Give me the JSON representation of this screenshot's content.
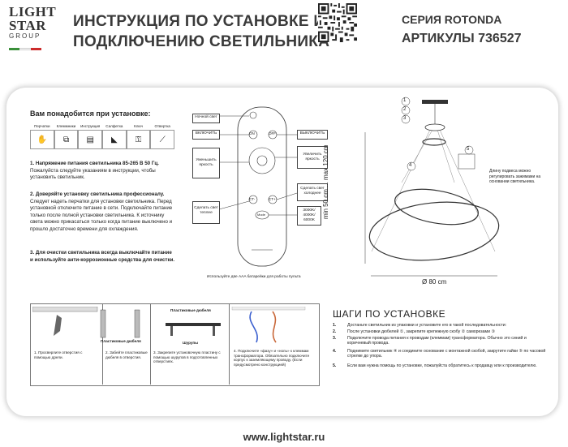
{
  "header": {
    "logo_line1": "LIGHT",
    "logo_line2": "STAR",
    "logo_line3": "GROUP",
    "title_line1": "ИНСТРУКЦИЯ ПО УСТАНОВКЕ И",
    "title_line2": "ПОДКЛЮЧЕНИЮ СВЕТИЛЬНИКА",
    "series": "СЕРИЯ ROTONDA",
    "article": "АРТИКУЛЫ 736527",
    "flag_colors": [
      "#3a8f3a",
      "#ffffff",
      "#cc2b2b"
    ]
  },
  "tools": {
    "title": "Вам понадобится при установке:",
    "items": [
      {
        "label": "Перчатки",
        "icon": "gloves-icon"
      },
      {
        "label": "Клеммники",
        "icon": "terminals-icon"
      },
      {
        "label": "Инструкция",
        "icon": "manual-icon"
      },
      {
        "label": "Салфетка",
        "icon": "napkin-icon"
      },
      {
        "label": "Ключ",
        "icon": "key-icon"
      },
      {
        "label": "Отвертка",
        "icon": "screwdriver-icon"
      }
    ]
  },
  "notes": {
    "n1_bold": "1. Напряжение питания светильника 85-265 В 50 Гц.",
    "n1_text": "Пожалуйста следуйте указаниям в инструкции, чтобы установить светильник.",
    "n2_bold": "2. Доверяйте установку светильника профессионалу.",
    "n2_text": "Следует надеть перчатки для установки светильника. Перед установкой отключите питание в сети. Подключайте питание только после полной установки светильника. К источнику света можно прикасаться только когда питание выключено и прошло достаточно времени для охлаждения.",
    "n3_bold": "3. Для очистки светильника всегда выключайте питание и используйте анти-коррозионные средства для очистки."
  },
  "remote": {
    "night": "Ночной свет",
    "on": "ВКЛЮЧИТЬ",
    "off": "ВЫКЛЮЧИТЬ",
    "brighter": "Уменьшить яркость",
    "dimmer": "Увеличить яркость",
    "warm": "Сделать свет теплее",
    "cold": "Сделать свет холоднее",
    "temps": "3000K/ 4000K/ 6000K",
    "btn_on": "ON",
    "btn_off": "OFF",
    "btn_ct_minus": "CT-",
    "btn_ct_plus": "CT+",
    "btn_mode": "Mode",
    "caption": "Используйте две AAA батарейки для работы пульта"
  },
  "diagram": {
    "height_label": "min 50 cm ... max 120 cm",
    "diameter_label": "Ø 80 cm",
    "adjust_note": "Длину подвеса можно регулировать зажимами на основании светильника.",
    "c1": "1",
    "c2": "2",
    "c3": "3",
    "c4": "4",
    "c5": "5"
  },
  "install": {
    "s1": "1. Просверлите отверстия с помощью дрели.",
    "s2_label": "Пластиковые дюбеля",
    "s2": "2. Забейте пластиковые дюбеля в отверстия.",
    "s3_label": "Пластиковые дюбеля",
    "s3_screws": "Шурупы",
    "s3": "3. Закрепите установочную пластину с помощью шурупов в подготовленных отверстиях.",
    "s4": "4. Подключите «фазу» и «ноль» к клеммам трансформатора. Обязательно подключите корпус к заземляющему проводу. (Если предусмотрено конструкцией)"
  },
  "steps": {
    "title": "ШАГИ ПО УСТАНОВКЕ",
    "items": [
      {
        "n": "1.",
        "t": "Достаньте светильник из упаковки и установите его в такой последовательности:"
      },
      {
        "n": "2.",
        "t": "После установки дюбелей ①, закрепите крепежную скобу ② саморезами ③"
      },
      {
        "n": "3.",
        "t": "Подключите провода питания к проводам (клеммам) трансформатора. Обычно это синий и коричневый провода."
      },
      {
        "n": "4.",
        "t": "Поднимите светильник ④ и соедините основание с монтажной скобой, закрутите гайки ⑤ по часовой стрелке до упора."
      },
      {
        "n": "5.",
        "t": "Если вам нужна помощь по установке, пожалуйста обратитесь к продавцу или к производителю."
      }
    ]
  },
  "footer": {
    "url": "www.lightstar.ru"
  }
}
